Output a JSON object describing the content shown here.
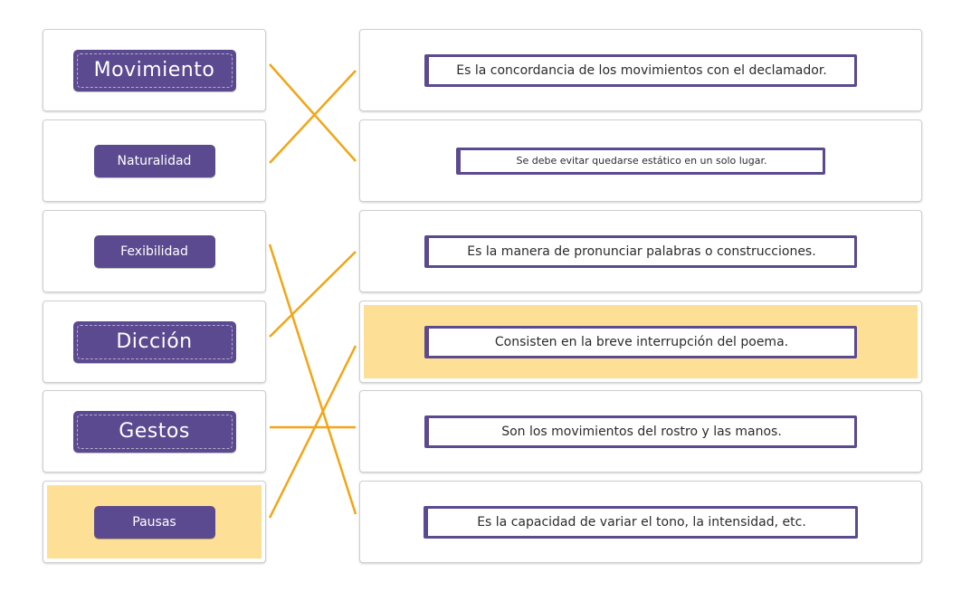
{
  "terms": [
    {
      "label": "Movimiento"
    },
    {
      "label": "Naturalidad"
    },
    {
      "label": "Fexibilidad"
    },
    {
      "label": "Dicción"
    },
    {
      "label": "Gestos"
    },
    {
      "label": "Pausas"
    }
  ],
  "definitions": [
    {
      "text": "Es la concordancia de los movimientos con el declamador."
    },
    {
      "text": "Se debe evitar quedarse estático en un solo lugar."
    },
    {
      "text": "Es la manera de pronunciar palabras o construcciones."
    },
    {
      "text": "Consisten en la breve interrupción del poema."
    },
    {
      "text": "Son los movimientos del rostro y las manos."
    },
    {
      "text": "Es la capacidad de variar el tono, la intensidad, etc."
    }
  ],
  "colors": {
    "tag": "#5b4a8f",
    "line": "#f2a515",
    "highlight": "#fde095"
  }
}
